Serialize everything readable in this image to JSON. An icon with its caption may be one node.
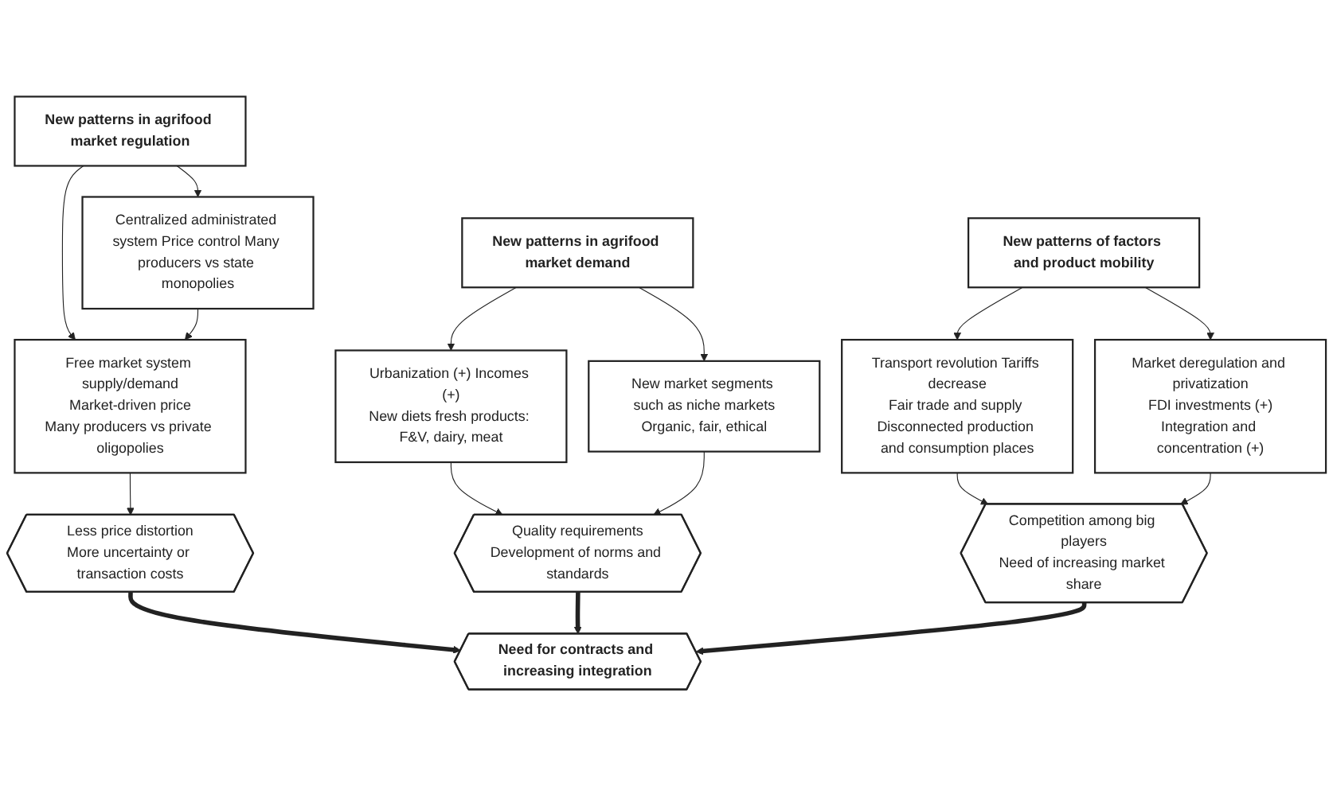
{
  "diagram": {
    "nodes": [
      {
        "text": [
          "New patterns in agrifood market regulation"
        ]
      },
      {
        "text": [
          "New patterns in agrifood market demand"
        ]
      },
      {
        "text": [
          "New patterns of factors and product mobility"
        ]
      },
      {
        "text": [
          "Centralized administrated system Price control Many producers vs state monopolies"
        ]
      },
      {
        "text": [
          "Free market system supply/demand",
          "Market-driven price",
          "Many producers vs private oligopolies"
        ]
      },
      {
        "text": [
          "Urbanization (+) Incomes (+)",
          "New diets fresh products: F&V, dairy, meat"
        ]
      },
      {
        "text": [
          "New market segments such as niche markets",
          "Organic, fair, ethical"
        ]
      },
      {
        "text": [
          "Transport revolution Tariffs decrease",
          "Fair trade and supply Disconnected production and consumption places"
        ]
      },
      {
        "text": [
          "Market deregulation and privatization",
          "FDI investments (+)",
          "Integration and concentration (+)"
        ]
      },
      {
        "text": [
          "Less price distortion",
          "More uncertainty or transaction costs"
        ]
      },
      {
        "text": [
          "Quality requirements",
          "Development of norms and standards"
        ]
      },
      {
        "text": [
          "Competition among big players",
          "Need of increasing market share"
        ]
      },
      {
        "text": [
          "Need for contracts and increasing integration"
        ]
      }
    ],
    "edges": [
      {
        "from": 0,
        "to": 3,
        "arrow": "to"
      },
      {
        "from": 0,
        "to": 4,
        "arrow": "to"
      },
      {
        "from": 1,
        "to": 5,
        "arrow": "to"
      },
      {
        "from": 1,
        "to": 6,
        "arrow": "to"
      },
      {
        "from": 2,
        "to": 7,
        "arrow": "to"
      },
      {
        "from": 2,
        "to": 8,
        "arrow": "to"
      },
      {
        "from": 3,
        "to": 4,
        "arrow": "to"
      },
      {
        "from": 4,
        "to": 9,
        "arrow": "to"
      },
      {
        "from": 5,
        "to": 10,
        "arrow": "to"
      },
      {
        "from": 6,
        "to": 10,
        "arrow": "to"
      },
      {
        "from": 7,
        "to": 11,
        "arrow": "to"
      },
      {
        "from": 8,
        "to": 11,
        "arrow": "to"
      },
      {
        "from": 9,
        "to": 12,
        "arrow": "to",
        "style": "thick"
      },
      {
        "from": 10,
        "to": 12,
        "arrow": "to",
        "style": "thick"
      },
      {
        "from": 11,
        "to": 12,
        "arrow": "to",
        "style": "thick"
      }
    ]
  }
}
